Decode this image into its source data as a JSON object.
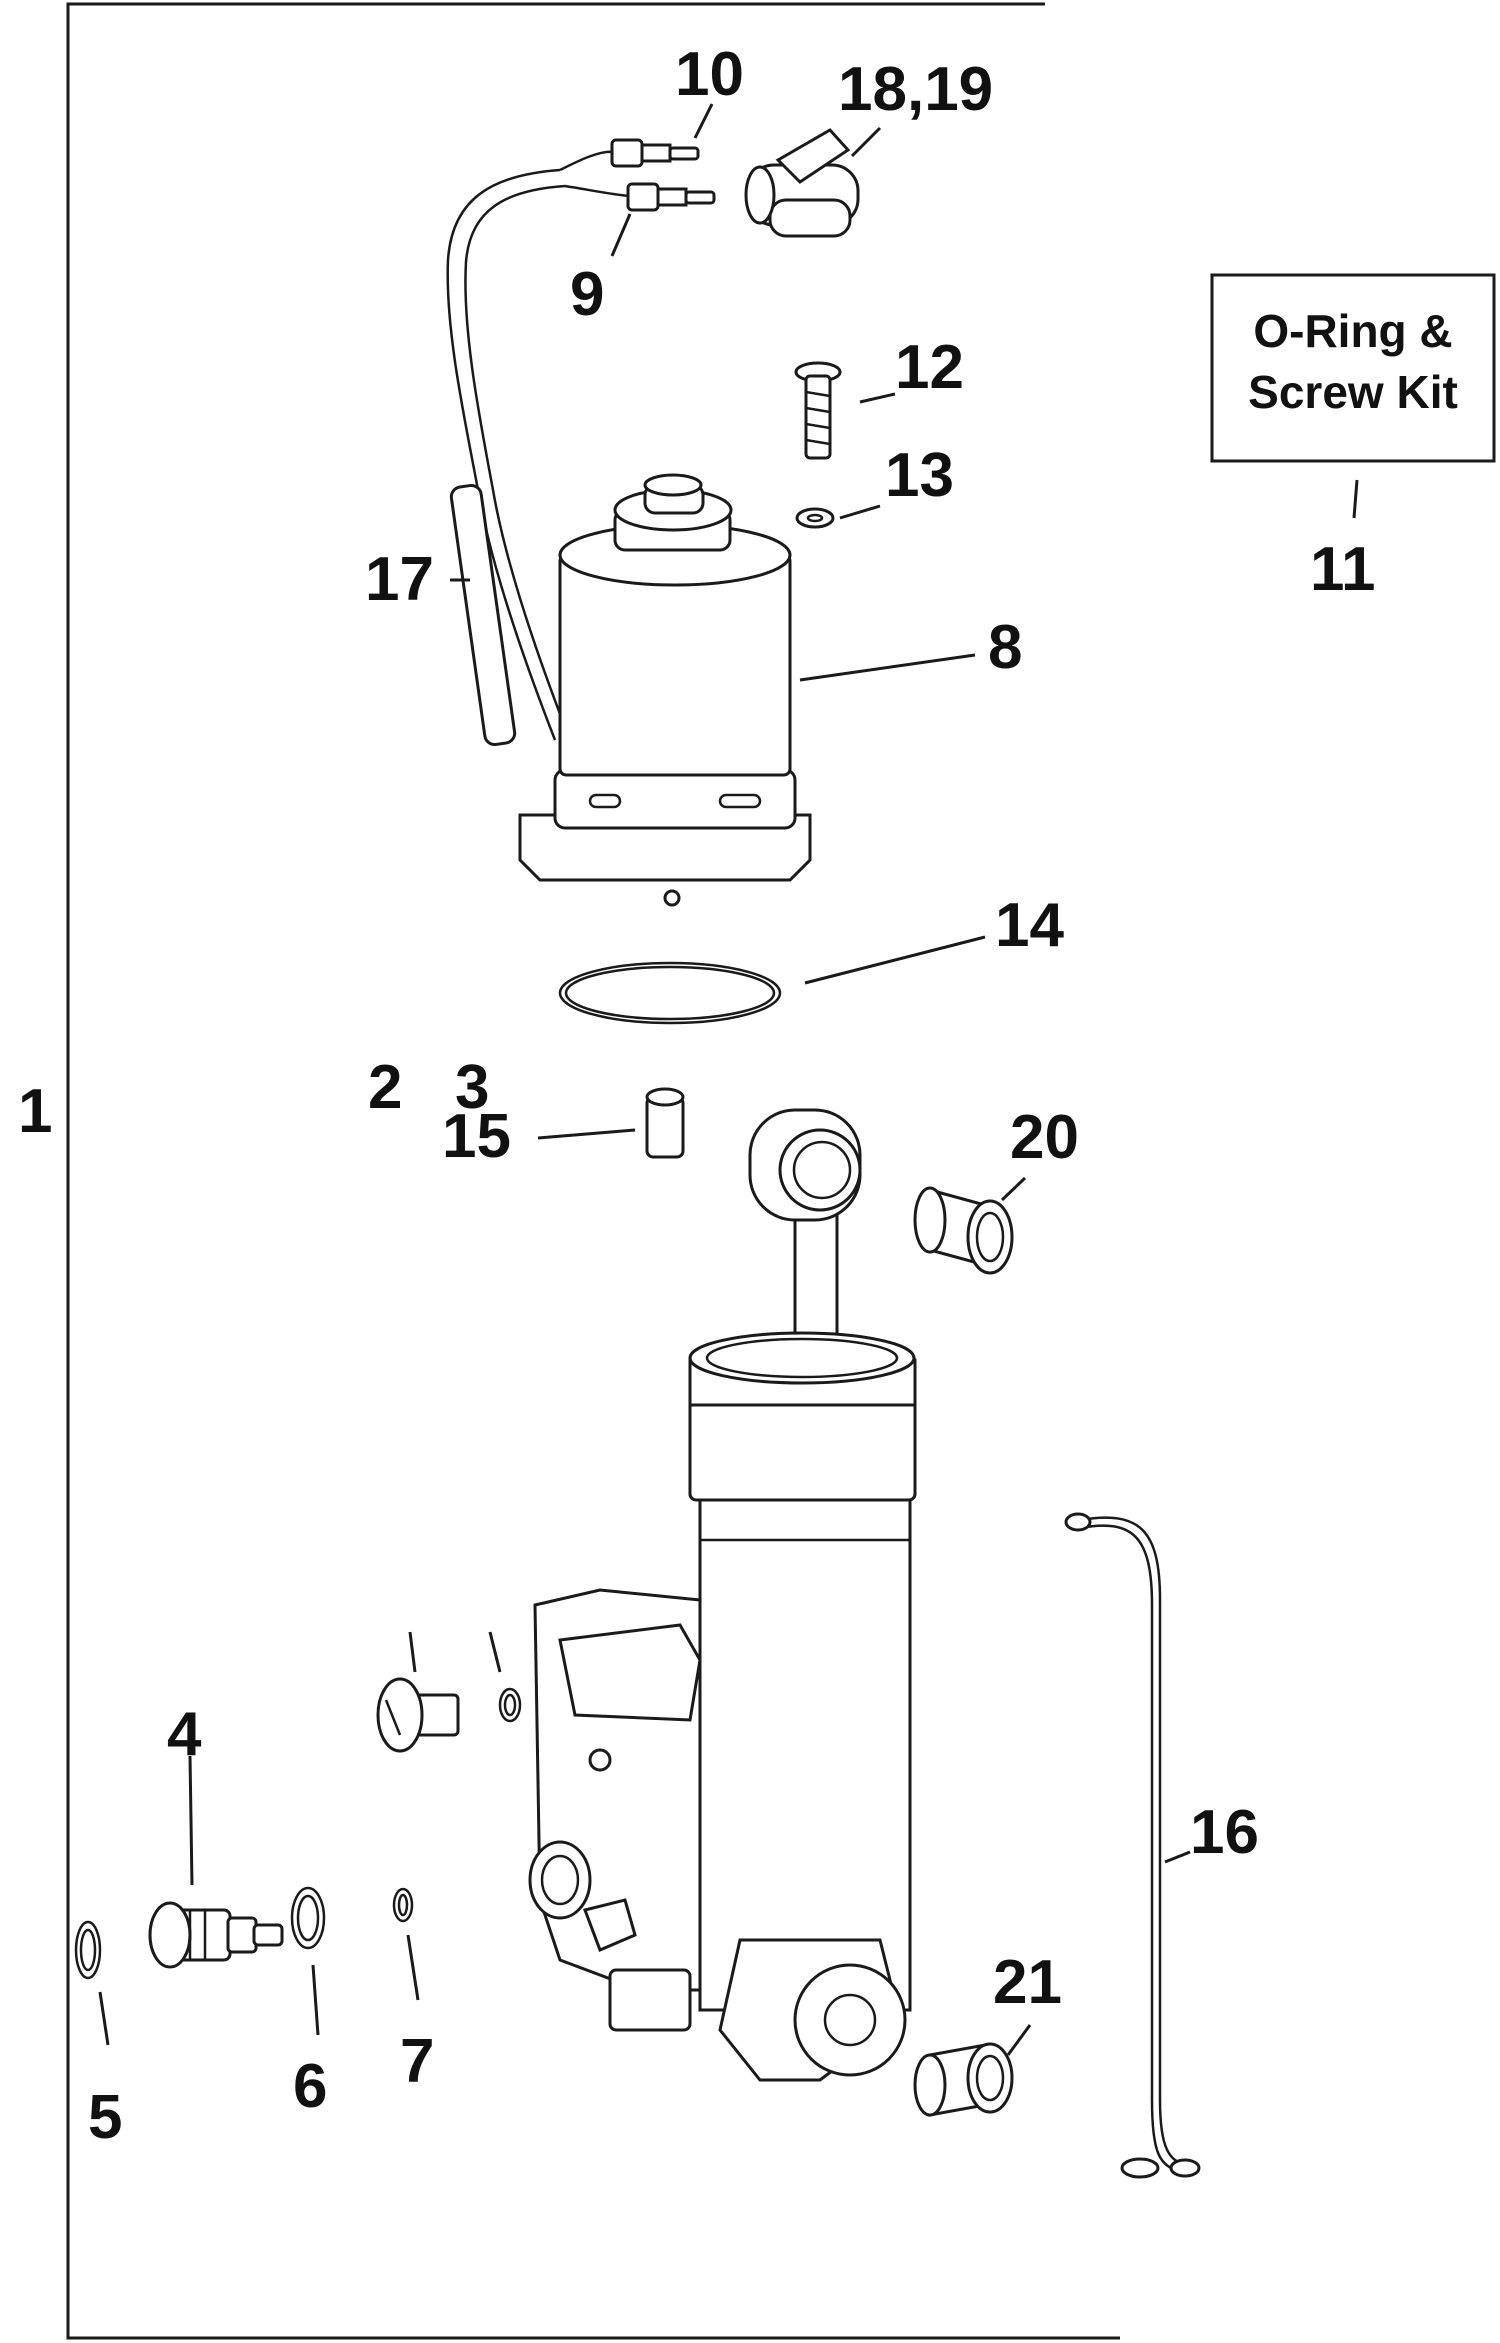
{
  "kit_box": {
    "line1": "O-Ring &",
    "line2": "Screw Kit"
  },
  "callouts": {
    "c1": "1",
    "c2": "2",
    "c3": "3",
    "c4": "4",
    "c5": "5",
    "c6": "6",
    "c7": "7",
    "c8": "8",
    "c9": "9",
    "c10": "10",
    "c11": "11",
    "c12": "12",
    "c13": "13",
    "c14": "14",
    "c15": "15",
    "c16": "16",
    "c17": "17",
    "c18_19": "18,19",
    "c20": "20",
    "c21": "21"
  }
}
